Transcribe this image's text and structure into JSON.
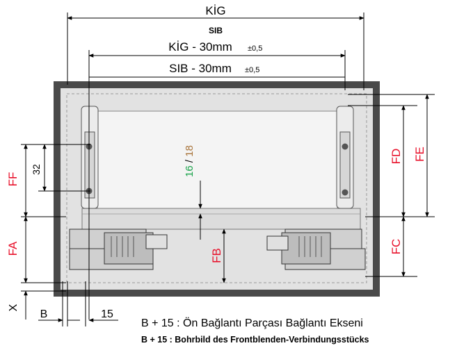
{
  "dimensions": {
    "kig": "KİG",
    "sib": "SIB",
    "kig_minus": "KİG - 30mm",
    "sib_minus": "SIB - 30mm",
    "tolerance_1": "±0,5",
    "tolerance_2": "±0,5",
    "ff": "FF",
    "fa": "FA",
    "fb": "FB",
    "fc": "FC",
    "fd": "FD",
    "fe": "FE",
    "x": "X",
    "b": "B",
    "fifteen": "15",
    "thirtytwo": "32",
    "sixteen": "16",
    "slash": " / ",
    "eighteen": "18"
  },
  "captions": {
    "line_tr": "B + 15 : Ön Bağlantı Parçası Bağlantı Ekseni",
    "line_de": "B + 15 : Bohrbild des Frontblenden-Verbindungsstücks"
  },
  "colors": {
    "dimension_red": "#e8102a",
    "green": "#1aa34a",
    "brown": "#a8743a",
    "cabinet": "#4a4a4a"
  }
}
